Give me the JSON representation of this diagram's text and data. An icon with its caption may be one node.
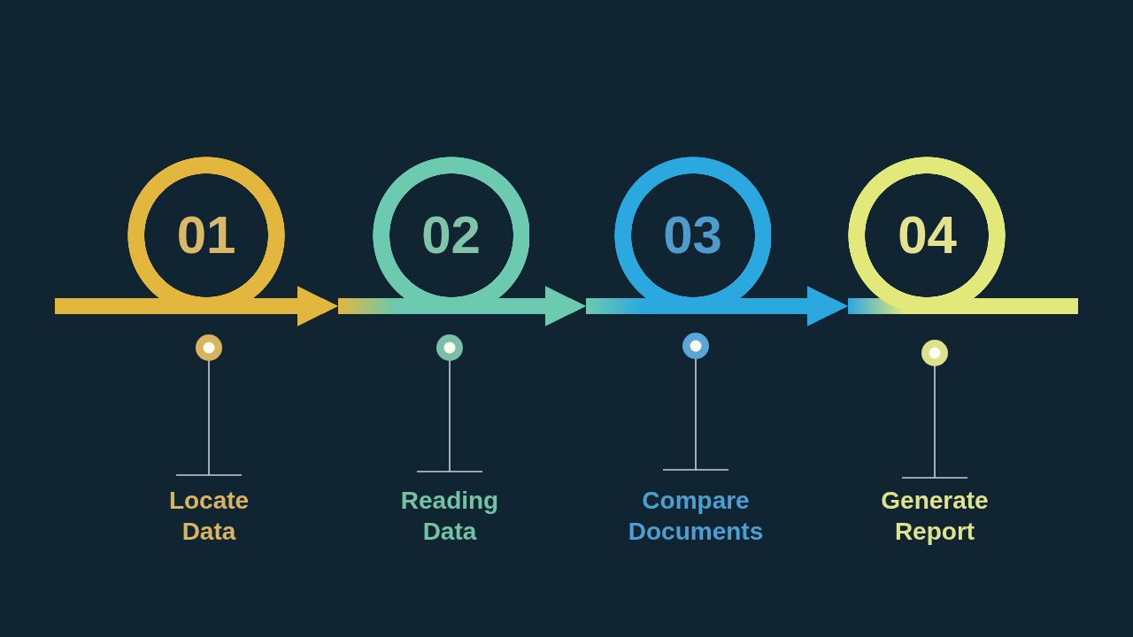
{
  "diagram": {
    "nodes": [
      {
        "text": [
          "01"
        ]
      },
      {
        "text": [
          "02"
        ]
      },
      {
        "text": [
          "03"
        ]
      },
      {
        "text": [
          "04"
        ]
      }
    ],
    "edges": [
      {
        "from": null,
        "to": 0,
        "arrow": "none",
        "color": "#e3b63e"
      },
      {
        "from": 0,
        "to": 1,
        "arrow": "to",
        "color": "#e3b63e"
      },
      {
        "from": 1,
        "to": 2,
        "arrow": "to",
        "color": "#6ccaae"
      },
      {
        "from": 2,
        "to": 3,
        "arrow": "to",
        "color": "#2ba8df"
      },
      {
        "from": 3,
        "to": null,
        "arrow": "none",
        "color": "#e3e87a"
      }
    ],
    "labels": [
      "Locate Data",
      "Reading Data",
      "Compare Documents",
      "Generate Report"
    ]
  }
}
